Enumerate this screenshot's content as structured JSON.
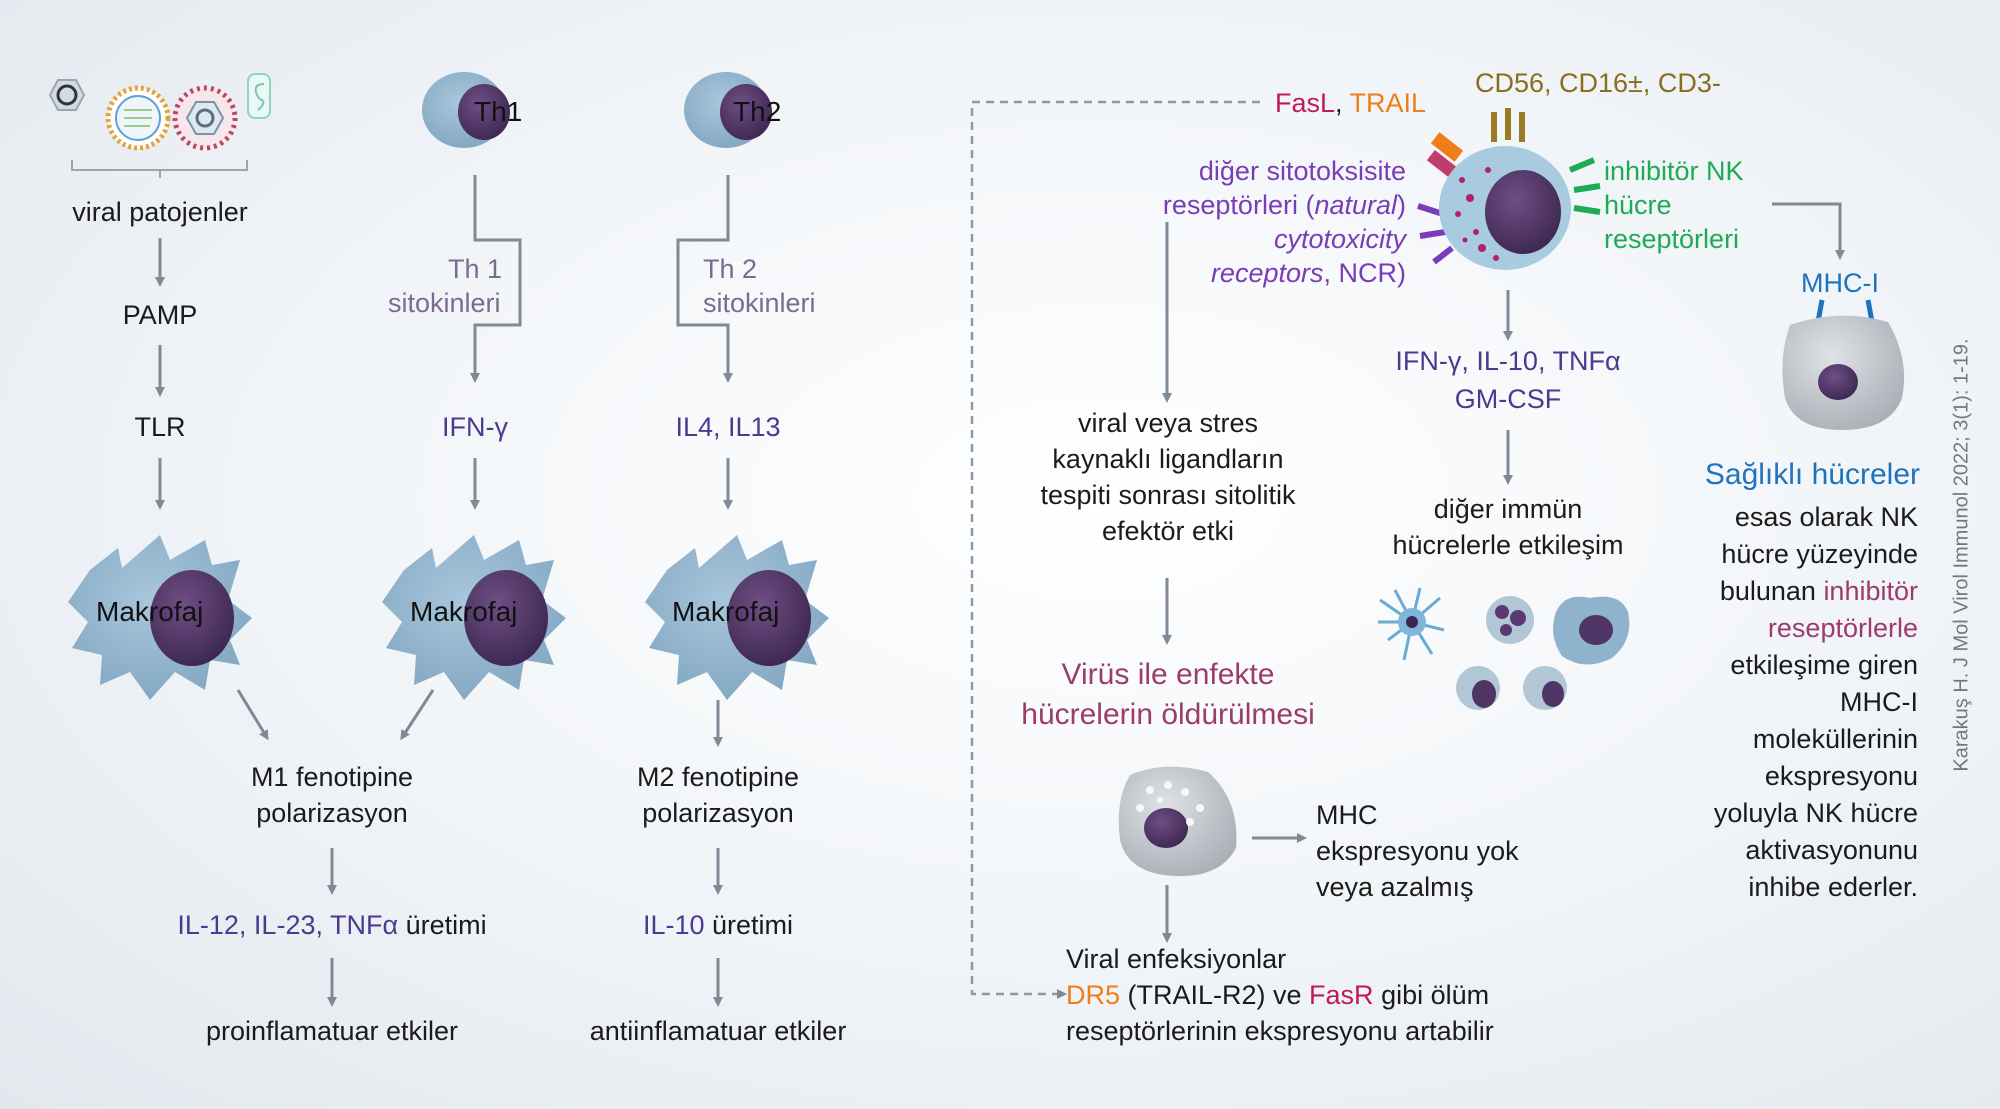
{
  "left": {
    "col1": {
      "pathogens": "viral patojenler",
      "pamp": "PAMP",
      "tlr": "TLR",
      "macrophage": "Makrofaj"
    },
    "col2": {
      "cell": "Th",
      "cell_num": "1",
      "cytokines_1": "Th 1",
      "cytokines_2": "sitokinleri",
      "ifn": "IFN-γ",
      "macrophage": "Makrofaj"
    },
    "m1": {
      "line1": "M1 fenotipine",
      "line2": "polarizasyon",
      "prod_colored": "IL-12, IL-23, TNFα",
      "prod_plain": " üretimi",
      "effect": "proinflamatuar etkiler"
    },
    "col3": {
      "cell": "Th",
      "cell_num": "2",
      "cytokines_1": "Th 2",
      "cytokines_2": "sitokinleri",
      "il": "IL4, IL13",
      "macrophage": "Makrofaj",
      "m2_1": "M2 fenotipine",
      "m2_2": "polarizasyon",
      "prod_colored": "IL-10",
      "prod_plain": " üretimi",
      "effect": "antiinflamatuar etkiler"
    }
  },
  "right": {
    "fasl": "FasL",
    "comma": ", ",
    "trail": "TRAIL",
    "cd": "CD56, CD16±, CD3-",
    "ncr_1": "diğer sitotoksisite",
    "ncr_2a": "reseptörleri (",
    "ncr_2b": "natural",
    "ncr_3": "cytotoxicity",
    "ncr_4a": "receptors",
    "ncr_4b": ", NCR)",
    "inh_1": "inhibitör NK",
    "inh_2": "hücre",
    "inh_3": "reseptörleri",
    "cyto_1": "IFN-γ, IL-10, TNFα",
    "cyto_2": "GM-CSF",
    "other_1": "diğer immün",
    "other_2": "hücrelerle etkileşim",
    "lig_1": "viral veya stres",
    "lig_2": "kaynaklı ligandların",
    "lig_3": "tespiti sonrası sitolitik",
    "lig_4": "efektör etki",
    "kill_1": "Virüs ile enfekte",
    "kill_2": "hücrelerin öldürülmesi",
    "mhc_1": "MHC",
    "mhc_2": "ekspresyonu yok",
    "mhc_3": "veya azalmış",
    "viral_1": "Viral enfeksiyonlar",
    "dr5": "DR5",
    "viral_2b": " (TRAIL-R2) ve ",
    "fasr": "FasR",
    "viral_2c": " gibi ölüm",
    "viral_3": "reseptörlerinin ekspresyonu artabilir",
    "mhci": "MHC-I",
    "healthy_title": "Sağlıklı hücreler",
    "healthy_1": "esas olarak NK",
    "healthy_2": "hücre yüzeyinde",
    "healthy_3a": "bulunan ",
    "healthy_3b": "inhibitör",
    "healthy_4": "reseptörlerle",
    "healthy_5": "etkileşime giren",
    "healthy_6": "MHC-I",
    "healthy_7": "moleküllerinin",
    "healthy_8": "ekspresyonu",
    "healthy_9": "yoluyla NK hücre",
    "healthy_10": "aktivasyonunu",
    "healthy_11": "inhibe ederler."
  },
  "citation": "Karakuş H. J Mol Virol Immunol 2022; 3(1): 1-19.",
  "colors": {
    "cell_fill": "#8fb3cd",
    "nucleus": "#4f3566",
    "arrow": "#7f8a96",
    "purple_text": "#4a3b8f",
    "magenta_text": "#9c3b6e",
    "healthy_cell": "#b8bcc2"
  }
}
